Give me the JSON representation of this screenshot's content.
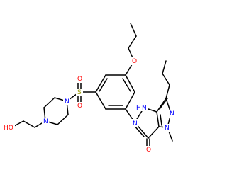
{
  "molecule": {
    "atoms": [
      {
        "id": "o_hydroxyl",
        "label": "HO",
        "element": "O",
        "color": "#ff0000"
      },
      {
        "id": "n_pip_1",
        "label": "N",
        "element": "N",
        "color": "#0000ff"
      },
      {
        "id": "n_pip_2",
        "label": "N",
        "element": "N",
        "color": "#0000ff"
      },
      {
        "id": "s_sulfonyl",
        "label": "S",
        "element": "S",
        "color": "#999900"
      },
      {
        "id": "o_sulfonyl_1",
        "label": "O",
        "element": "O",
        "color": "#ff0000"
      },
      {
        "id": "o_sulfonyl_2",
        "label": "O",
        "element": "O",
        "color": "#ff0000"
      },
      {
        "id": "o_propoxy",
        "label": "O",
        "element": "O",
        "color": "#ff0000"
      },
      {
        "id": "n_nh",
        "label": "N",
        "element": "N",
        "color": "#0000ff"
      },
      {
        "id": "h_nh",
        "label": "H",
        "element": "H",
        "color": "#0000ff"
      },
      {
        "id": "n_pyrimidine",
        "label": "N",
        "element": "N",
        "color": "#0000ff"
      },
      {
        "id": "n_pyrazole_1",
        "label": "N",
        "element": "N",
        "color": "#0000ff"
      },
      {
        "id": "n_pyrazole_2",
        "label": "N",
        "element": "N",
        "color": "#0000ff"
      },
      {
        "id": "o_carbonyl",
        "label": "O",
        "element": "O",
        "color": "#ff0000"
      }
    ],
    "bond_color": "#000000"
  }
}
